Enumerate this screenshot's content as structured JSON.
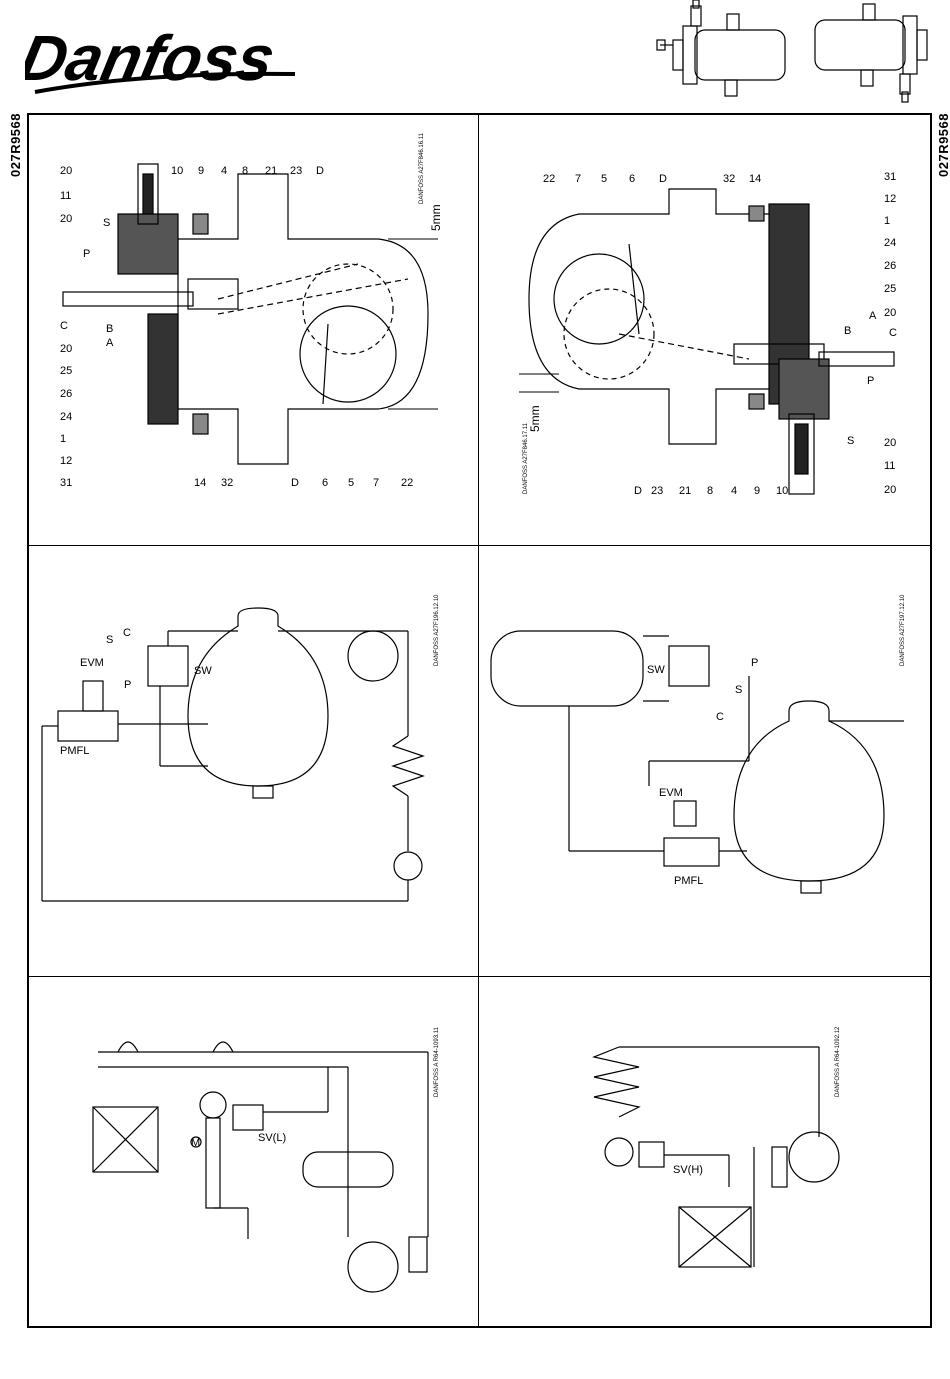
{
  "brand": "Danfoss",
  "doc_code": "027R9568",
  "panel_a": {
    "dwg_ref": "DANFOSS A27F846.16.11",
    "gap_label": "5mm",
    "labels": [
      "20",
      "10",
      "9",
      "4",
      "8",
      "21",
      "23",
      "D",
      "11",
      "20",
      "S",
      "P",
      "C",
      "B",
      "20",
      "A",
      "25",
      "26",
      "24",
      "1",
      "12",
      "31",
      "14",
      "32",
      "D",
      "6",
      "5",
      "7",
      "22"
    ]
  },
  "panel_b": {
    "dwg_ref": "DANFOSS A27F846.17.11",
    "gap_label": "5mm",
    "labels": [
      "22",
      "7",
      "5",
      "6",
      "D",
      "32",
      "14",
      "31",
      "12",
      "1",
      "24",
      "26",
      "A",
      "25",
      "B",
      "20",
      "C",
      "P",
      "S",
      "20",
      "11",
      "20",
      "D",
      "23",
      "21",
      "8",
      "4",
      "9",
      "10"
    ]
  },
  "panel_c": {
    "dwg_ref": "DANFOSS A27F196.12.10",
    "labels": {
      "s": "S",
      "c": "C",
      "p": "P",
      "evm": "EVM",
      "sw": "SW",
      "pmfl": "PMFL"
    }
  },
  "panel_d": {
    "dwg_ref": "DANFOSS A27F197.12.10",
    "labels": {
      "sw": "SW",
      "p": "P",
      "s": "S",
      "c": "C",
      "evm": "EVM",
      "pmfl": "PMFL"
    }
  },
  "panel_e": {
    "dwg_ref": "DANFOSS A R64-1093.11",
    "labels": {
      "sv": "SV(L)",
      "m": "M"
    }
  },
  "panel_f": {
    "dwg_ref": "DANFOSS A R64-1092.12",
    "labels": {
      "sv": "SV(H)"
    }
  }
}
